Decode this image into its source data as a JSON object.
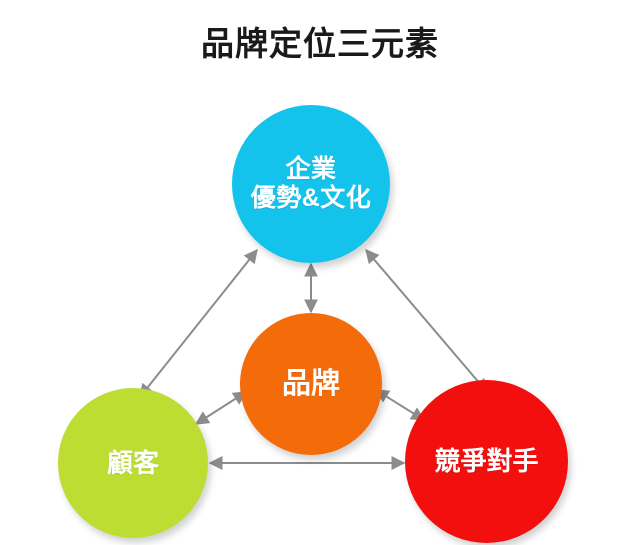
{
  "page": {
    "title": "品牌定位三元素",
    "background": "#ffffff"
  },
  "diagram": {
    "type": "relationship-triangle",
    "nodes": [
      {
        "id": "company",
        "label": "企業\n優勢&文化",
        "line1": "企業",
        "line2": "優勢&文化",
        "color": "#14c3ec",
        "text_color": "#ffffff",
        "position": "top-center"
      },
      {
        "id": "brand",
        "label": "品牌",
        "color": "#f46b0a",
        "text_color": "#ffffff",
        "position": "center"
      },
      {
        "id": "customer",
        "label": "顧客",
        "color": "#bddd33",
        "text_color": "#ffffff",
        "position": "bottom-left"
      },
      {
        "id": "competitor",
        "label": "競爭對手",
        "color": "#f40f0f",
        "text_color": "#ffffff",
        "position": "bottom-right"
      }
    ],
    "connectors": [
      {
        "from": "company",
        "to": "customer",
        "style": "double-arrow",
        "color": "#8c8c8c"
      },
      {
        "from": "company",
        "to": "competitor",
        "style": "double-arrow",
        "color": "#8c8c8c"
      },
      {
        "from": "customer",
        "to": "competitor",
        "style": "double-arrow",
        "color": "#8c8c8c"
      },
      {
        "from": "company",
        "to": "brand",
        "style": "double-arrow",
        "color": "#8c8c8c"
      },
      {
        "from": "brand",
        "to": "customer",
        "style": "double-arrow",
        "color": "#8c8c8c"
      },
      {
        "from": "brand",
        "to": "competitor",
        "style": "double-arrow",
        "color": "#8c8c8c"
      }
    ]
  }
}
